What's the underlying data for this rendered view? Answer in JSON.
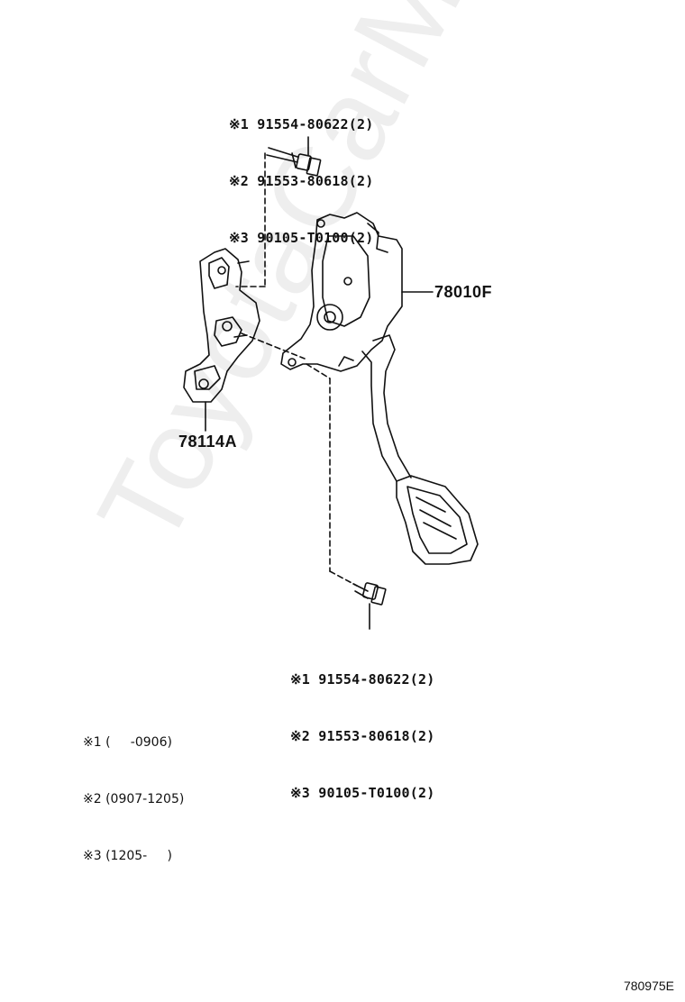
{
  "callouts": {
    "top": [
      "※1 91554-80622(2)",
      "※2 91553-80618(2)",
      "※3 90105-T0100(2)"
    ],
    "bottom": [
      "※1 91554-80622(2)",
      "※2 91553-80618(2)",
      "※3 90105-T0100(2)"
    ]
  },
  "parts": {
    "pedal": "78010F",
    "bracket": "78114A"
  },
  "legend": [
    "※1 (     -0906)",
    "※2 (0907-1205)",
    "※3 (1205-     )"
  ],
  "drawing_id": "780975E",
  "watermark": "ToyotaCarMine.ru"
}
